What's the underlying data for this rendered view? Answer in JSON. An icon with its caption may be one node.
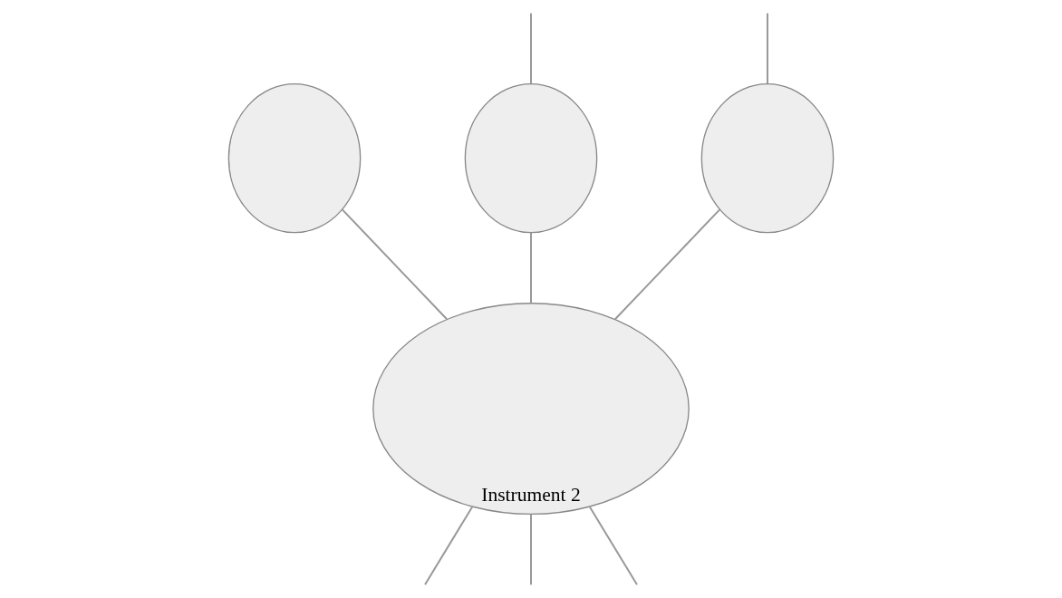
{
  "diagram": {
    "nodes": [
      {
        "text": [
          "Instrument 2"
        ]
      },
      {
        "text": [],
        "shape": "circle"
      },
      {
        "text": [],
        "shape": "circle"
      },
      {
        "text": [],
        "shape": "circle"
      }
    ],
    "edges": [
      {
        "from": 1,
        "to": 0,
        "arrow": "none"
      },
      {
        "from": 2,
        "to": 0,
        "arrow": "none"
      },
      {
        "from": 3,
        "to": 0,
        "arrow": "none"
      },
      {
        "from": null,
        "to": 2,
        "arrow": "none"
      },
      {
        "from": null,
        "to": 3,
        "arrow": "none"
      },
      {
        "from": 0,
        "to": null,
        "arrow": "none"
      },
      {
        "from": 0,
        "to": null,
        "arrow": "none"
      },
      {
        "from": 0,
        "to": null,
        "arrow": "none"
      }
    ]
  }
}
